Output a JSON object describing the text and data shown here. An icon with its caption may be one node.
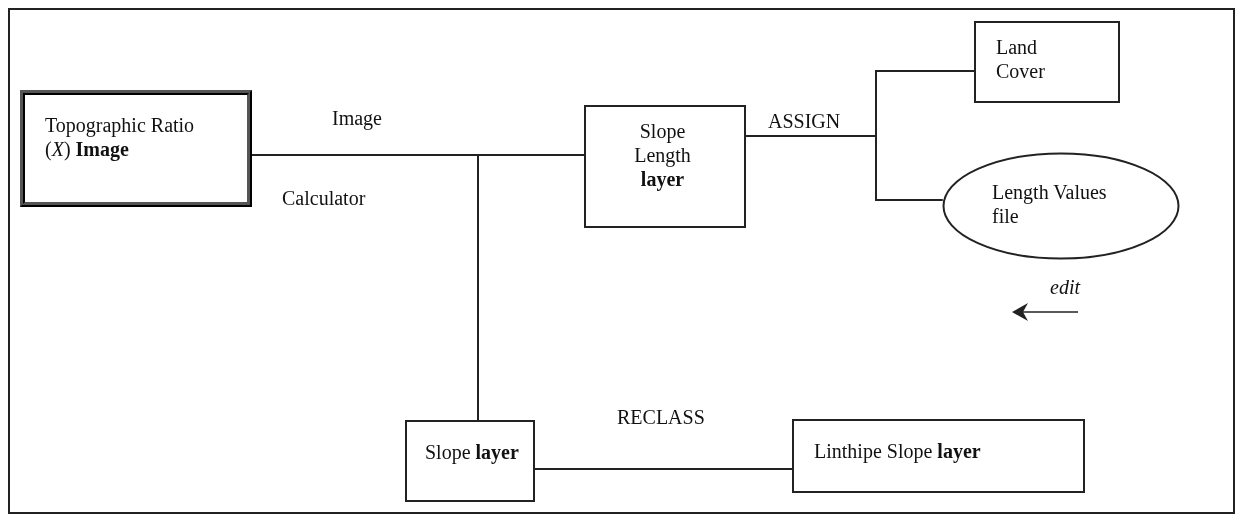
{
  "diagram": {
    "nodes": [
      {
        "text": [
          "Topographic Ratio (*X*) **Image**"
        ]
      },
      {
        "text": [
          "Slope Length **layer**"
        ]
      },
      {
        "text": [
          "Land Cover"
        ]
      },
      {
        "text": [
          "Length Values file"
        ]
      },
      {
        "text": [
          "Slope **layer**"
        ]
      },
      {
        "text": [
          "Linthipe Slope **layer**"
        ]
      }
    ],
    "edges": [
      {
        "from": 0,
        "to": 1,
        "arrow": "none"
      },
      {
        "from": 0,
        "to": 4,
        "arrow": "none"
      },
      {
        "from": 1,
        "to": 2,
        "arrow": "none",
        "label": "ASSIGN"
      },
      {
        "from": 1,
        "to": 3,
        "arrow": "none"
      },
      {
        "from": 4,
        "to": 5,
        "arrow": "none",
        "label": "RECLASS"
      }
    ],
    "labels": [
      "Image",
      "Calculator",
      "edit"
    ]
  }
}
